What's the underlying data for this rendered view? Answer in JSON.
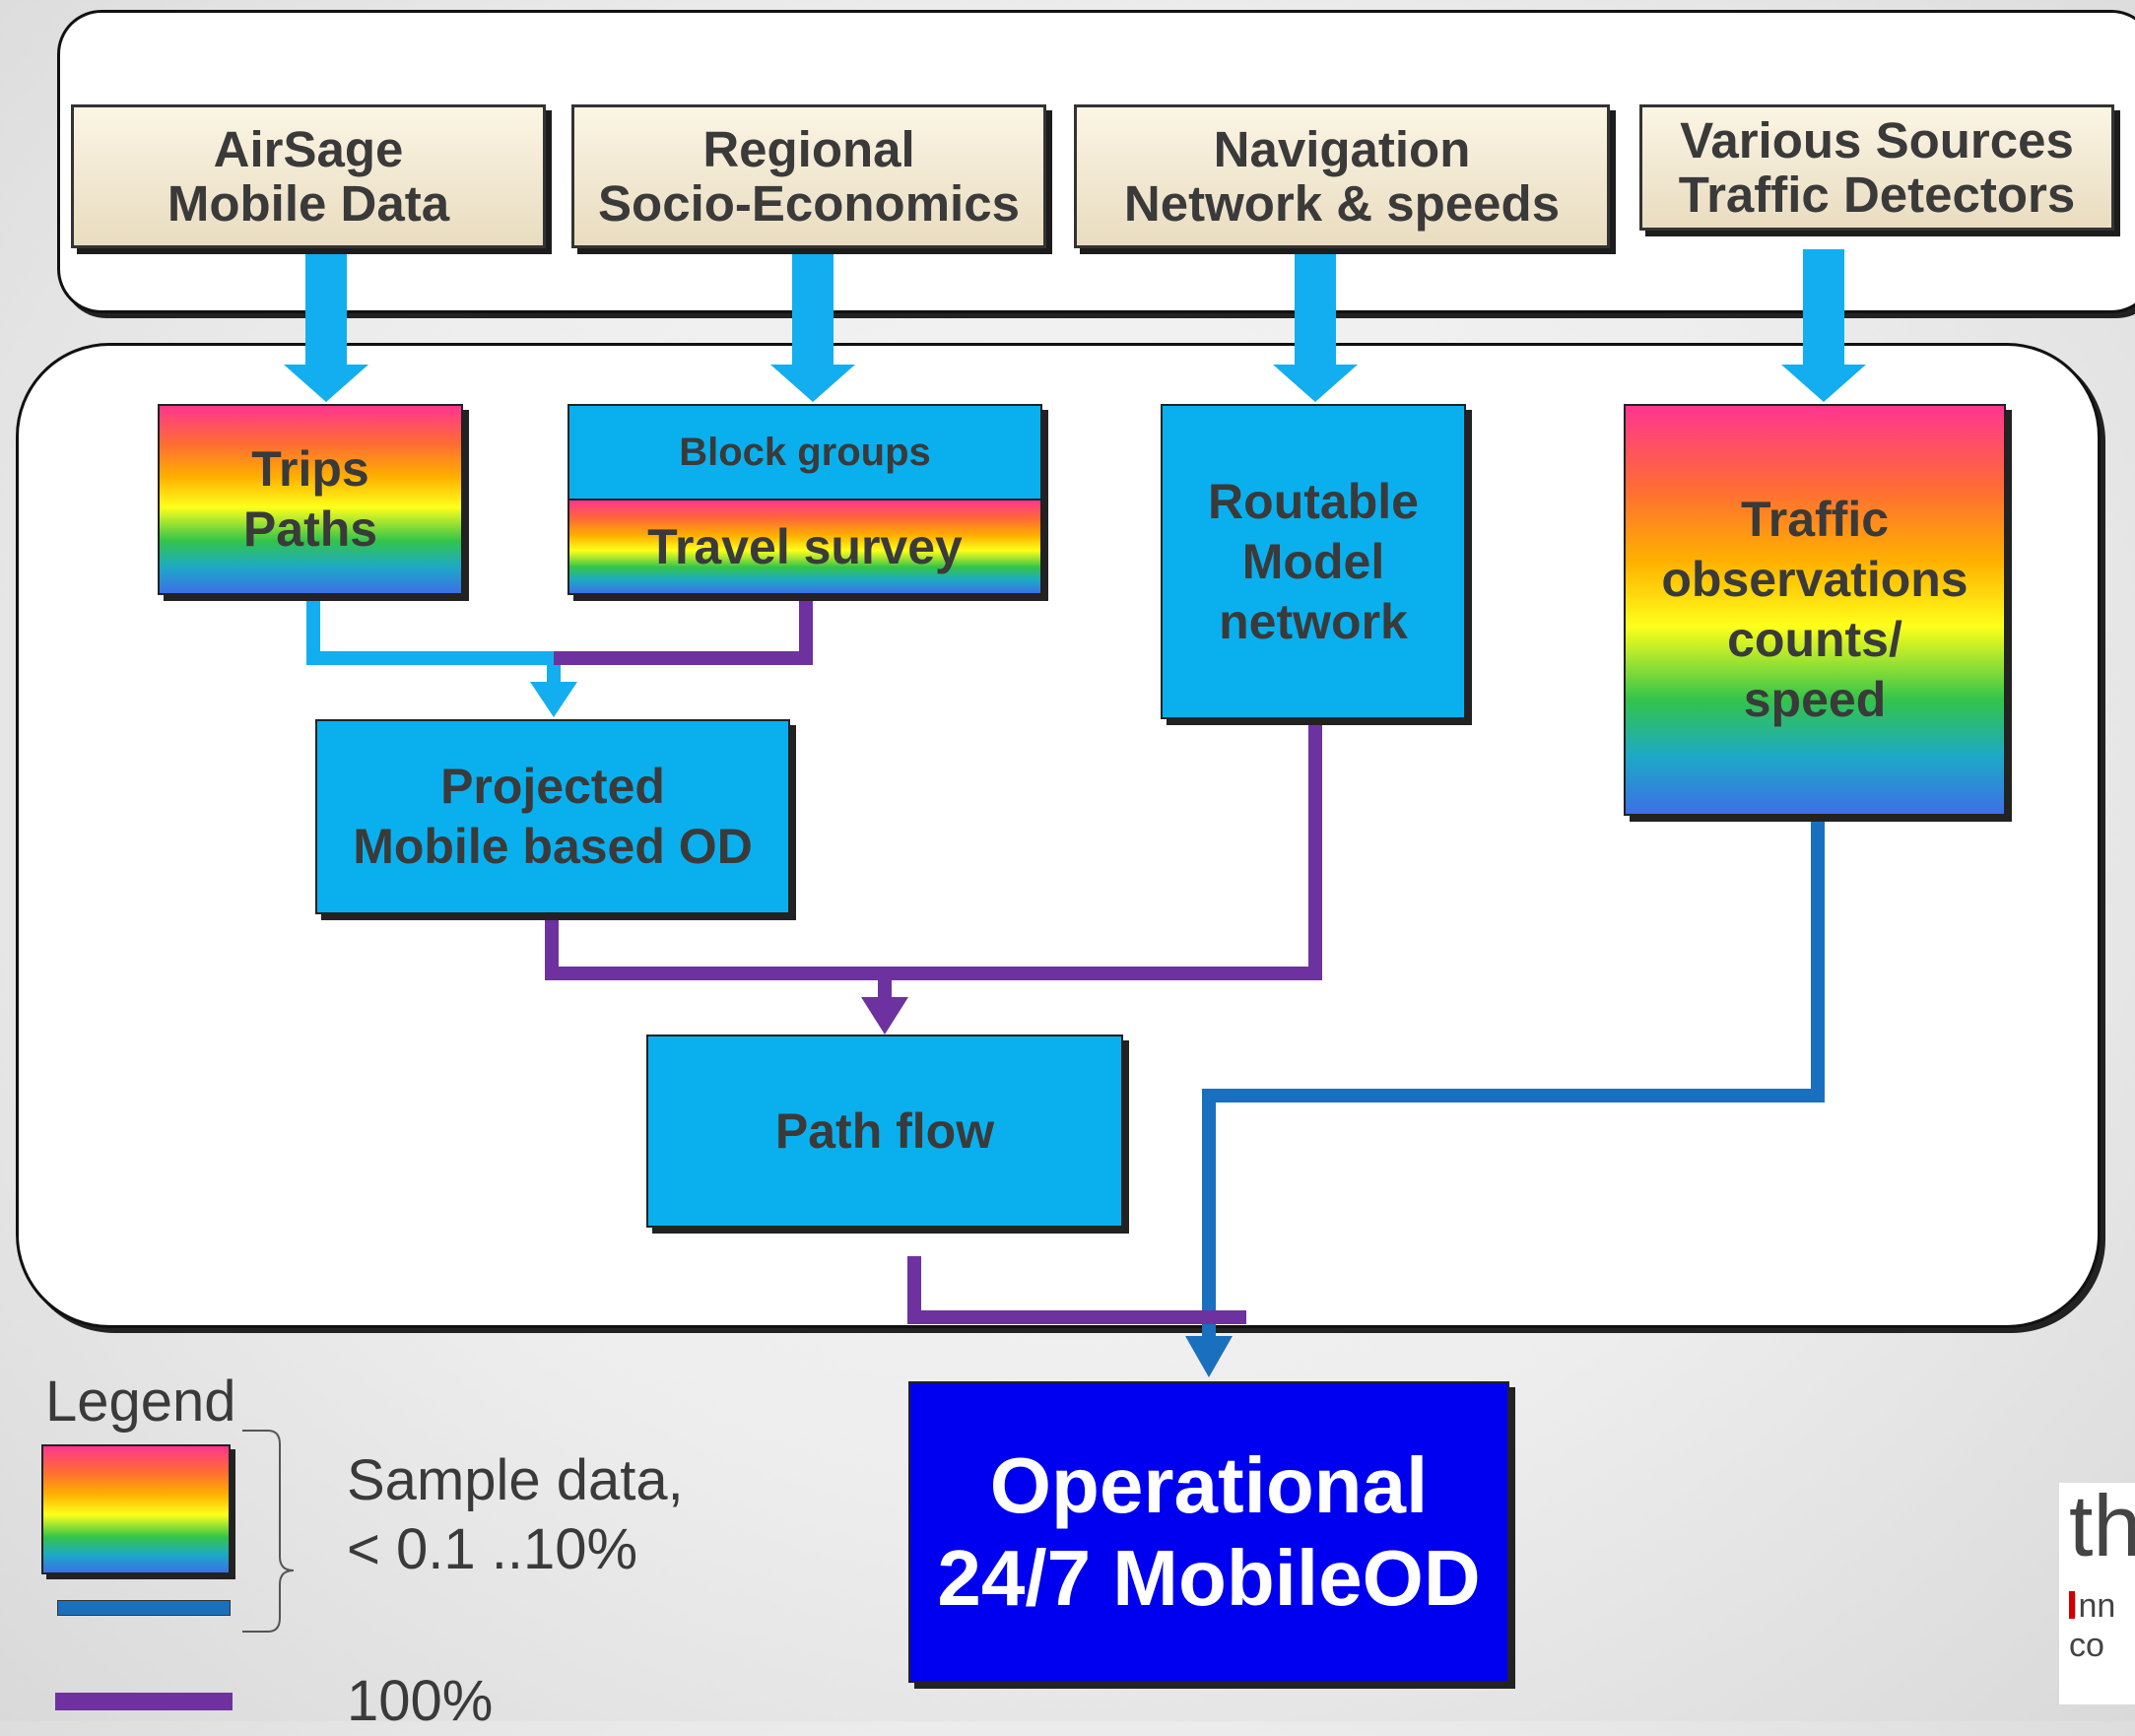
{
  "sources": [
    {
      "id": "airsage",
      "text": "AirSage\nMobile Data"
    },
    {
      "id": "regional",
      "text": "Regional\nSocio-Economics"
    },
    {
      "id": "navigation",
      "text": "Navigation\nNetwork & speeds"
    },
    {
      "id": "various",
      "text": "Various Sources\nTraffic Detectors"
    }
  ],
  "nodes": {
    "trips": "Trips\nPaths",
    "block_groups": "Block groups",
    "travel_survey": "Travel survey",
    "routable": "Routable\nModel\nnetwork",
    "traffic": "Traffic\nobservations\ncounts/\nspeed",
    "projected": "Projected\nMobile based OD",
    "path_flow": "Path flow",
    "operational": "Operational\n24/7 MobileOD"
  },
  "legend": {
    "title": "Legend",
    "sample_label": "Sample data,\n< 0.1 ..10%",
    "full_label": "100%"
  },
  "colors": {
    "sample_line": "#1a70be",
    "light_arrow": "#12aef0",
    "full_line": "#6e32a0",
    "operational": "#0000f0",
    "box_blue": "#0ab0ee"
  },
  "logo": {
    "text": "th",
    "line1": "Inn",
    "line2": "co"
  }
}
